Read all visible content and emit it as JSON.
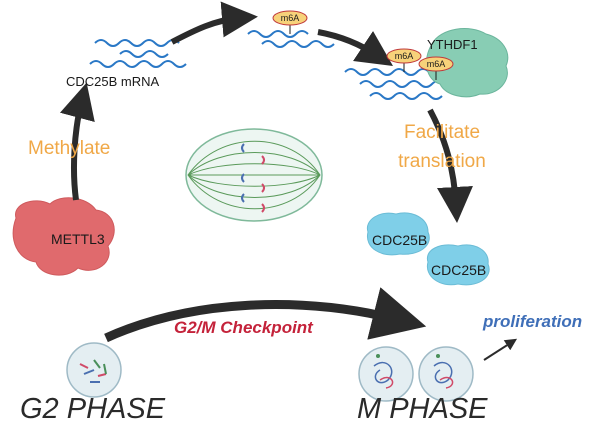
{
  "labels": {
    "mrna": "CDC25B mRNA",
    "methylate": "Methylate",
    "facilitate_line1": "Facilitate",
    "facilitate_line2": "translation",
    "checkpoint": "G2/M Checkpoint",
    "proliferation": "proliferation",
    "g2_phase": "G2 PHASE",
    "m_phase": "M PHASE",
    "reader": "YTHDF1",
    "writer": "METTL3",
    "protein_1": "CDC25B",
    "protein_2": "CDC25B",
    "mark_1": "m6A",
    "mark_2": "m6A",
    "mark_3": "m6A"
  },
  "colors": {
    "rna": "#2a78c6",
    "arrow": "#2b2b2b",
    "orange_text": "#f0a847",
    "checkpoint_text": "#c4223a",
    "proliferation_text": "#3f6fb8",
    "mettl3": "#e06a6d",
    "ythdf1": "#88cdb4",
    "cdc25b": "#7fcfe8",
    "m6a_fill": "#f7d27a",
    "m6a_stroke": "#c0393b",
    "cell_fill": "#e4eef2"
  },
  "icons": [
    "rna-strand",
    "m6a-mark",
    "mettl3-protein",
    "ythdf1-protein",
    "cdc25b-protein",
    "mitotic-spindle",
    "g2-cell",
    "dividing-cells",
    "arrow"
  ]
}
